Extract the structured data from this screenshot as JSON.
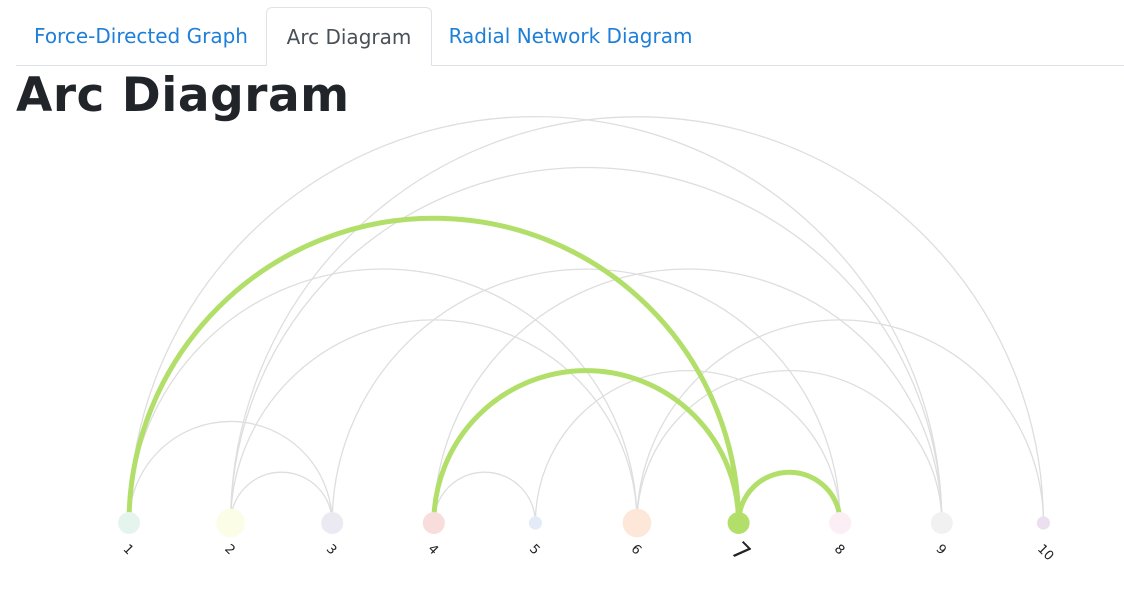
{
  "tabs": [
    {
      "label": "Force-Directed Graph",
      "active": false
    },
    {
      "label": "Arc Diagram",
      "active": true
    },
    {
      "label": "Radial Network Diagram",
      "active": false
    }
  ],
  "page": {
    "title": "Arc Diagram"
  },
  "chart_data": {
    "type": "arc",
    "selected_node": "7",
    "highlight_color": "#b2df6a",
    "link_color": "#dedede",
    "nodes": [
      {
        "id": "1",
        "label": "1",
        "color": "#e6f4ee",
        "size": 1.0
      },
      {
        "id": "2",
        "label": "2",
        "color": "#fbfde6",
        "size": 1.3
      },
      {
        "id": "3",
        "label": "3",
        "color": "#ebeaf2",
        "size": 1.0
      },
      {
        "id": "4",
        "label": "4",
        "color": "#f9dcdc",
        "size": 1.0
      },
      {
        "id": "5",
        "label": "5",
        "color": "#e3ebf6",
        "size": 0.6
      },
      {
        "id": "6",
        "label": "6",
        "color": "#fde7d8",
        "size": 1.3
      },
      {
        "id": "7",
        "label": "7",
        "color": "#b2df6a",
        "size": 1.0
      },
      {
        "id": "8",
        "label": "8",
        "color": "#fbeef4",
        "size": 1.0
      },
      {
        "id": "9",
        "label": "9",
        "color": "#f1f1f1",
        "size": 1.0
      },
      {
        "id": "10",
        "label": "10",
        "color": "#ecdff0",
        "size": 0.6
      }
    ],
    "links": [
      {
        "source": "1",
        "target": "3"
      },
      {
        "source": "1",
        "target": "6"
      },
      {
        "source": "1",
        "target": "7"
      },
      {
        "source": "1",
        "target": "9"
      },
      {
        "source": "2",
        "target": "3"
      },
      {
        "source": "2",
        "target": "6"
      },
      {
        "source": "2",
        "target": "9"
      },
      {
        "source": "2",
        "target": "10"
      },
      {
        "source": "3",
        "target": "8"
      },
      {
        "source": "4",
        "target": "5"
      },
      {
        "source": "4",
        "target": "7"
      },
      {
        "source": "4",
        "target": "9"
      },
      {
        "source": "5",
        "target": "8"
      },
      {
        "source": "6",
        "target": "9"
      },
      {
        "source": "6",
        "target": "10"
      },
      {
        "source": "7",
        "target": "8"
      }
    ]
  }
}
